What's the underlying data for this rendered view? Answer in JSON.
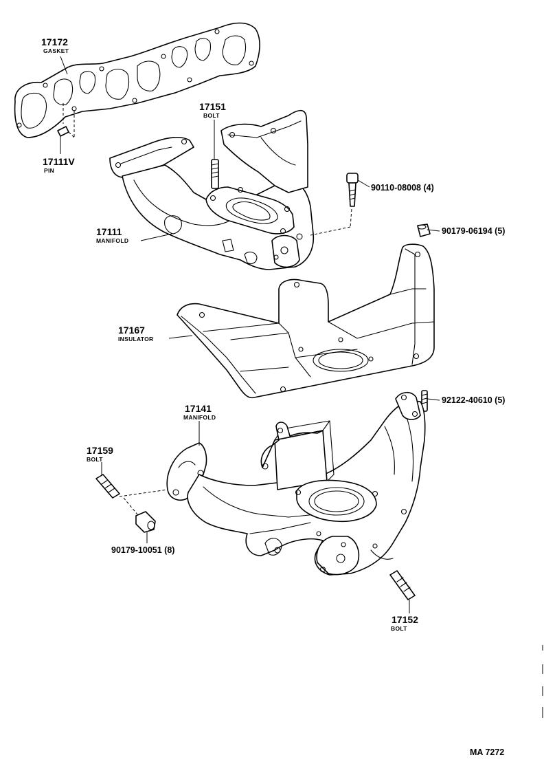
{
  "diagram": {
    "code": "MA 7272",
    "parts": [
      {
        "number": "17172",
        "name": "GASKET"
      },
      {
        "number": "17111V",
        "name": "PIN"
      },
      {
        "number": "17151",
        "name": "BOLT"
      },
      {
        "number": "90110-08008 (4)",
        "name": ""
      },
      {
        "number": "17111",
        "name": "MANIFOLD"
      },
      {
        "number": "90179-06194 (5)",
        "name": ""
      },
      {
        "number": "17167",
        "name": "INSULATOR"
      },
      {
        "number": "17141",
        "name": "MANIFOLD"
      },
      {
        "number": "92122-40610 (5)",
        "name": ""
      },
      {
        "number": "17159",
        "name": "BOLT"
      },
      {
        "number": "90179-10051 (8)",
        "name": ""
      },
      {
        "number": "17152",
        "name": "BOLT"
      }
    ]
  }
}
